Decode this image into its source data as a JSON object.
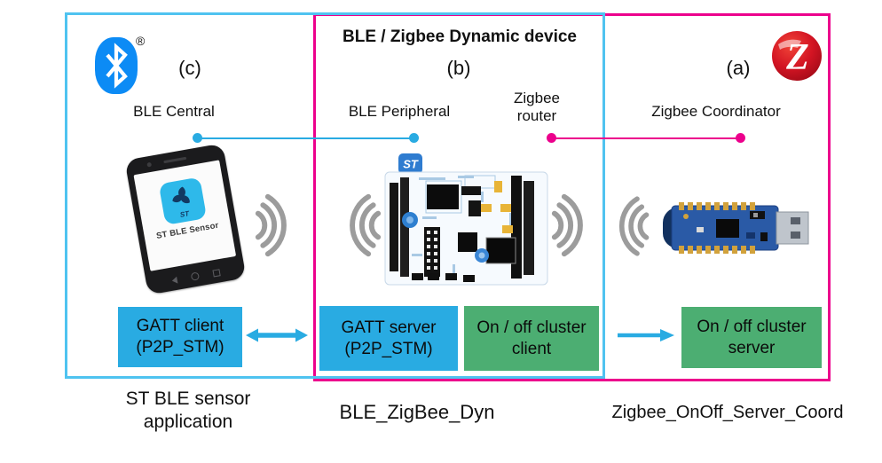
{
  "ble_domain": {
    "letter": "(c)",
    "registered_mark": "®",
    "role_label": "BLE Central",
    "phone": {
      "app_name": "ST BLE Sensor"
    },
    "gatt_client": {
      "line1": "GATT client",
      "line2": "(P2P_STM)"
    },
    "caption": {
      "line1": "ST BLE sensor",
      "line2": "application"
    }
  },
  "dynamic_device": {
    "title": "BLE / Zigbee Dynamic device",
    "letter": "(b)",
    "ble_role_label": "BLE Peripheral",
    "zigbee_role_label": {
      "line1": "Zigbee",
      "line2": "router"
    },
    "gatt_server": {
      "line1": "GATT server",
      "line2": "(P2P_STM)"
    },
    "onoff_client": {
      "line1": "On / off cluster",
      "line2": "client"
    },
    "caption": "BLE_ZigBee_Dyn"
  },
  "zigbee_domain": {
    "letter": "(a)",
    "role_label": "Zigbee Coordinator",
    "onoff_server": {
      "line1": "On / off cluster",
      "line2": "server"
    },
    "caption": "Zigbee_OnOff_Server_Coord"
  },
  "logos": {
    "st_text": "ST",
    "zigbee_letter": "Z"
  },
  "icons": {
    "bluetooth": "bluetooth-icon",
    "zigbee": "zigbee-icon",
    "wireless_waves": "wireless-waves-icon",
    "double_arrow": "double-arrow-icon",
    "right_arrow": "right-arrow-icon"
  },
  "colors": {
    "ble_border": "#4FC3F0",
    "zigbee_border": "#EC008C",
    "box_blue": "#29ABE2",
    "box_green": "#4CAE72",
    "wave_gray": "#9C9C9C",
    "bluetooth_blue": "#0C8BF5",
    "zigbee_red": "#C8102E"
  }
}
